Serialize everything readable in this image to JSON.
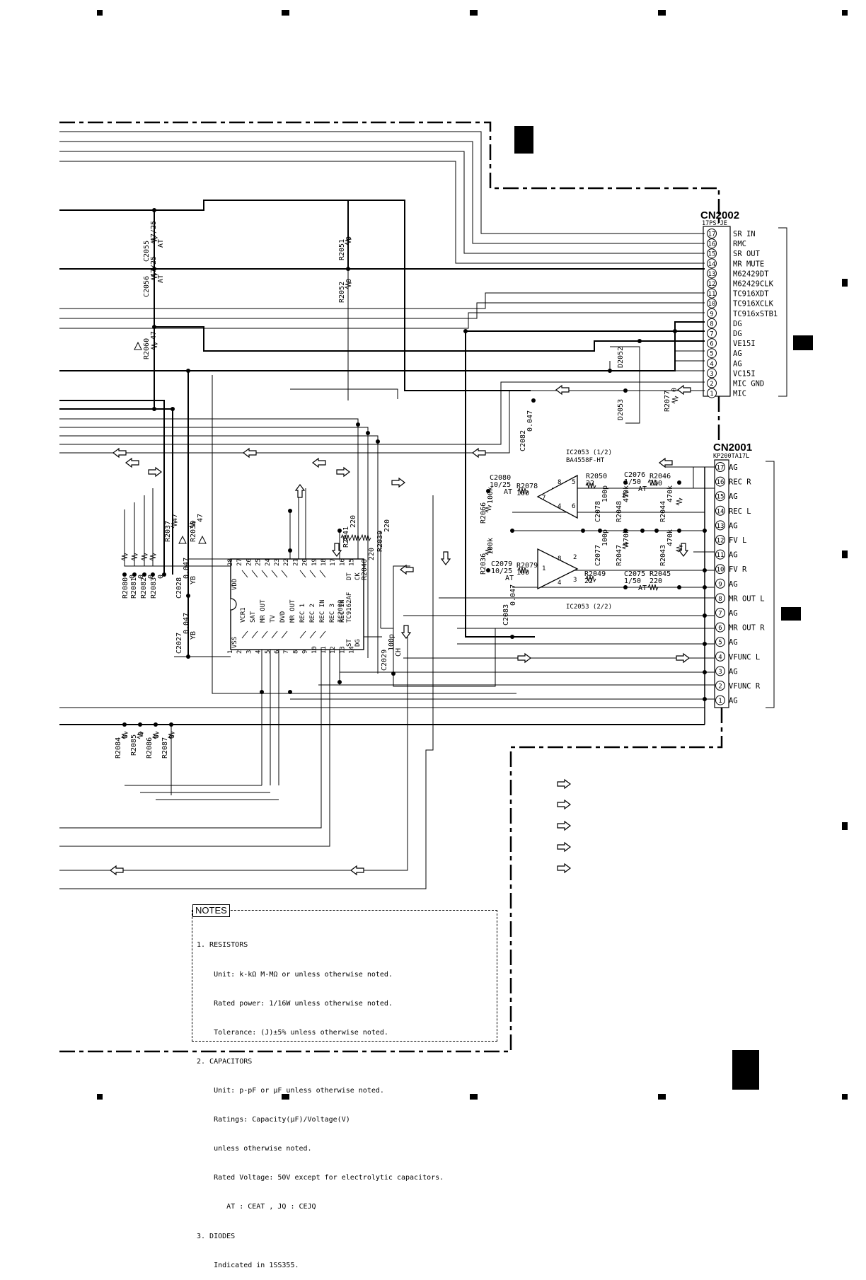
{
  "connectors": {
    "cn2002": {
      "name": "CN2002",
      "part": "17PS-JE",
      "pins": [
        {
          "num": "17",
          "label": "SR IN"
        },
        {
          "num": "16",
          "label": "RMC"
        },
        {
          "num": "15",
          "label": "SR OUT"
        },
        {
          "num": "14",
          "label": "MR MUTE"
        },
        {
          "num": "13",
          "label": "M62429DT"
        },
        {
          "num": "12",
          "label": "M62429CLK"
        },
        {
          "num": "11",
          "label": "TC916XDT"
        },
        {
          "num": "10",
          "label": "TC916XCLK"
        },
        {
          "num": "9",
          "label": "TC916xSTB1"
        },
        {
          "num": "8",
          "label": "DG"
        },
        {
          "num": "7",
          "label": "DG"
        },
        {
          "num": "6",
          "label": "VE15I"
        },
        {
          "num": "5",
          "label": "AG"
        },
        {
          "num": "4",
          "label": "AG"
        },
        {
          "num": "3",
          "label": "VC15I"
        },
        {
          "num": "2",
          "label": "MIC GND"
        },
        {
          "num": "1",
          "label": "MIC"
        }
      ]
    },
    "cn2001": {
      "name": "CN2001",
      "part": "KP200TA17L",
      "pins": [
        {
          "num": "17",
          "label": "AG"
        },
        {
          "num": "16",
          "label": "REC R"
        },
        {
          "num": "15",
          "label": "AG"
        },
        {
          "num": "14",
          "label": "REC L"
        },
        {
          "num": "13",
          "label": "AG"
        },
        {
          "num": "12",
          "label": "FV L"
        },
        {
          "num": "11",
          "label": "AG"
        },
        {
          "num": "10",
          "label": "FV R"
        },
        {
          "num": "9",
          "label": "AG"
        },
        {
          "num": "8",
          "label": "MR OUT L"
        },
        {
          "num": "7",
          "label": "AG"
        },
        {
          "num": "6",
          "label": "MR OUT R"
        },
        {
          "num": "5",
          "label": "AG"
        },
        {
          "num": "4",
          "label": "VFUNC L"
        },
        {
          "num": "3",
          "label": "AG"
        },
        {
          "num": "2",
          "label": "VFUNC R"
        },
        {
          "num": "1",
          "label": "AG"
        }
      ]
    }
  },
  "ic2002": {
    "name": "IC2002",
    "part": "TC9162AF",
    "vdd": "VDD",
    "vss": "VSS",
    "inner_labels": [
      "VCR1",
      "SAT",
      "MR OUT",
      "TV",
      "DVD",
      "MR OUT",
      "REC 1",
      "REC 2",
      "REC IN",
      "REC 3",
      "REC IN"
    ],
    "top_pins": [
      "28",
      "27",
      "26",
      "25",
      "24",
      "23",
      "22",
      "21",
      "20",
      "19",
      "18",
      "17",
      "16",
      "15"
    ],
    "bottom_pins": [
      "1",
      "2",
      "3",
      "4",
      "5",
      "6",
      "7",
      "8",
      "9",
      "10",
      "11",
      "12",
      "13",
      "14"
    ],
    "dt": "DT",
    "ck": "CK",
    "st": "ST",
    "dg": "DG"
  },
  "ic2053a": {
    "name": "IC2053 (1/2)",
    "part": "BA4558F-HT"
  },
  "ic2053b": {
    "name": "IC2053 (2/2)"
  },
  "components": {
    "c2055": {
      "ref": "C2055",
      "val": "47/25",
      "tag": "AT"
    },
    "c2056": {
      "ref": "C2056",
      "val": "47/25",
      "tag": "AT"
    },
    "r2060": {
      "ref": "R2060",
      "val": "47"
    },
    "r2051": {
      "ref": "R2051",
      "val": "0"
    },
    "r2052": {
      "ref": "R2052",
      "val": "0"
    },
    "d2052": {
      "ref": "D2052"
    },
    "d2053": {
      "ref": "D2053"
    },
    "r2077": {
      "ref": "R2077",
      "val": "0"
    },
    "c2082": {
      "ref": "C2082",
      "val": "0.047"
    },
    "c2080": {
      "ref": "C2080",
      "val": "10/25",
      "tag": "AT"
    },
    "r2078": {
      "ref": "R2078",
      "val": "100"
    },
    "r2050": {
      "ref": "R2050",
      "val": "22"
    },
    "c2076": {
      "ref": "C2076",
      "val": "1/50",
      "tag": "AT"
    },
    "r2046": {
      "ref": "R2046",
      "val": "220"
    },
    "r2066": {
      "ref": "R2066",
      "val": "100k"
    },
    "c2078": {
      "ref": "C2078",
      "val": "100p"
    },
    "r2048": {
      "ref": "R2048",
      "val": "470k"
    },
    "r2044": {
      "ref": "R2044",
      "val": "470k"
    },
    "r2036": {
      "ref": "R2036",
      "val": "100k"
    },
    "c2079": {
      "ref": "C2079",
      "val": "10/25",
      "tag": "AT"
    },
    "r2079": {
      "ref": "R2079",
      "val": "100"
    },
    "c2077": {
      "ref": "C2077",
      "val": "100p"
    },
    "r2047": {
      "ref": "R2047",
      "val": "470k"
    },
    "r2043": {
      "ref": "R2043",
      "val": "470k"
    },
    "r2049": {
      "ref": "R2049",
      "val": "22"
    },
    "c2075": {
      "ref": "C2075",
      "val": "1/50",
      "tag": "AT"
    },
    "r2045": {
      "ref": "R2045",
      "val": "220"
    },
    "c2083": {
      "ref": "C2083",
      "val": "0.047"
    },
    "r2037": {
      "ref": "R2037",
      "val": "47"
    },
    "r2038": {
      "ref": "R2038",
      "val": "47"
    },
    "c2028": {
      "ref": "C2028",
      "val": "0.047",
      "tag": "YB"
    },
    "c2027": {
      "ref": "C2027",
      "val": "0.047",
      "tag": "YB"
    },
    "r2041": {
      "ref": "R2041",
      "val": "220"
    },
    "r2040": {
      "ref": "R2040",
      "val": "220"
    },
    "r2039": {
      "ref": "R2039",
      "val": "220"
    },
    "c2029": {
      "ref": "C2029",
      "val": "100p",
      "tag": "CH"
    },
    "r2080": {
      "ref": "R2080",
      "val": "0"
    },
    "r2081": {
      "ref": "R2081",
      "val": "0"
    },
    "r2082": {
      "ref": "R2082",
      "val": "0"
    },
    "r2083": {
      "ref": "R2083",
      "val": "0"
    },
    "r2084": {
      "ref": "R2084",
      "val": "0"
    },
    "r2085": {
      "ref": "R2085",
      "val": "0"
    },
    "r2086": {
      "ref": "R2086",
      "val": "0"
    },
    "r2087": {
      "ref": "R2087",
      "val": "0"
    }
  },
  "notes": {
    "title": "NOTES",
    "lines": [
      "1. RESISTORS",
      "    Unit: k-kΩ M-MΩ or unless otherwise noted.",
      "    Rated power: 1/16W unless otherwise noted.",
      "    Tolerance: (J)±5% unless otherwise noted.",
      "2. CAPACITORS",
      "    Unit: p-pF or μF unless otherwise noted.",
      "    Ratings: Capacity(μF)/Voltage(V)",
      "    unless otherwise noted.",
      "    Rated Voltage: 50V except for electrolytic capacitors.",
      "       AT : CEAT , JQ : CEJQ",
      "3. DIODES",
      "    Indicated in 1SS355."
    ]
  }
}
